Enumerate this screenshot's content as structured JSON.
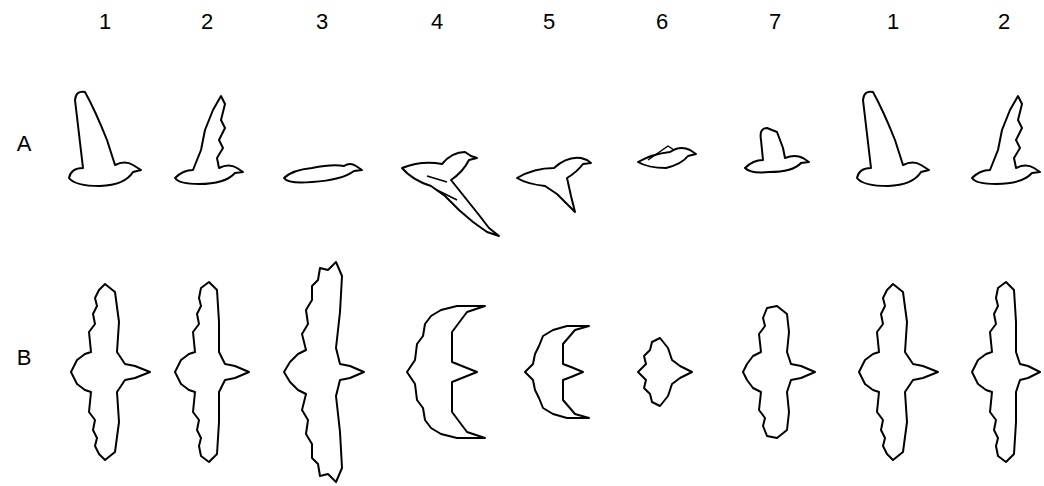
{
  "diagram": {
    "labels": [
      "1",
      "2",
      "3",
      "4",
      "5",
      "6",
      "7",
      "1",
      "2",
      "A",
      "B"
    ]
  }
}
